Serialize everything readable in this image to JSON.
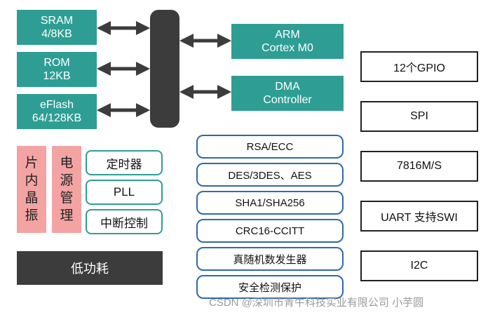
{
  "memory": [
    {
      "line1": "SRAM",
      "line2": "4/8KB"
    },
    {
      "line1": "ROM",
      "line2": "12KB"
    },
    {
      "line1": "eFlash",
      "line2": "64/128KB"
    }
  ],
  "cpu": {
    "line1": "ARM",
    "line2": "Cortex M0"
  },
  "dma": {
    "line1": "DMA",
    "line2": "Controller"
  },
  "oscillator": {
    "c1": "片",
    "c2": "内",
    "c3": "晶",
    "c4": "振"
  },
  "power_mgmt": {
    "c1": "电",
    "c2": "源",
    "c3": "管",
    "c4": "理"
  },
  "timer_blocks": [
    "定时器",
    "PLL",
    "中断控制"
  ],
  "low_power": "低功耗",
  "crypto_blocks": [
    "RSA/ECC",
    "DES/3DES、AES",
    "SHA1/SHA256",
    "CRC16-CCITT",
    "真随机数发生器",
    "安全检测保护"
  ],
  "peripherals": [
    "12个GPIO",
    "SPI",
    "7816M/S",
    "UART 支持SWI",
    "I2C"
  ],
  "watermark": "CSDN @深圳市青牛科技实业有限公司  小芋圆",
  "colors": {
    "teal": "#2e9e94",
    "dark": "#3c3c3c",
    "pink": "#f4a3a3",
    "blue": "#2f6aa8"
  }
}
